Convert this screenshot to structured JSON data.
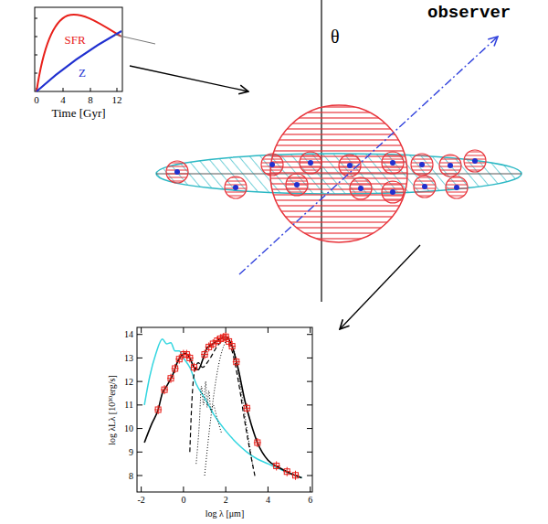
{
  "diagram": {
    "labels": [
      "SFR",
      "Z",
      "0",
      "4",
      "8",
      "12",
      "Time [Gyr]",
      "observer",
      "θ",
      "8",
      "9",
      "10",
      "11",
      "12",
      "13",
      "14",
      "-2",
      "0",
      "2",
      "4",
      "6",
      "log λ [μm]",
      "log λLλ [10³⁰erg/s]"
    ]
  }
}
